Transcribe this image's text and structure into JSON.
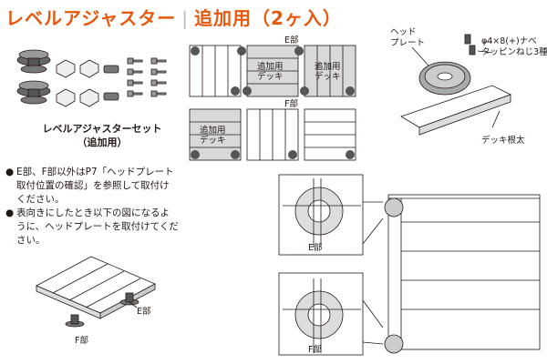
{
  "title": {
    "main": "レベルアジャスター",
    "sep": "|",
    "sub": "追加用（2ヶ入）"
  },
  "set_label": {
    "line1": "レベルアジャスターセット",
    "line2": "（追加用）"
  },
  "notes": [
    {
      "bullet": "●",
      "text": "E部、F部以外はP7「ヘッドプレート取付位置の確認」を参照して取付けください。"
    },
    {
      "bullet": "●",
      "text": "表向きにしたとき以下の図になるように、ヘッドプレートを取付けてください。"
    }
  ],
  "deck_panels": {
    "e_label": "E部",
    "f_label": "F部",
    "panel_text_1": "追加用",
    "panel_text_2": "デッキ"
  },
  "head_plate_label": {
    "line1": "ヘッド",
    "line2": "プレート"
  },
  "screw_label": {
    "line1": "φ4×8(+)ナベ",
    "line2": "タッピンねじ3種"
  },
  "deck_joist_label": "デッキ根太",
  "iso_labels": {
    "e": "E部",
    "f": "F部"
  },
  "detail_labels": {
    "e": "E部",
    "f": "F部"
  },
  "colors": {
    "accent": "#e8580c",
    "dot": "#555555",
    "panel_gray": "#d9d9d9",
    "line": "#231815"
  }
}
